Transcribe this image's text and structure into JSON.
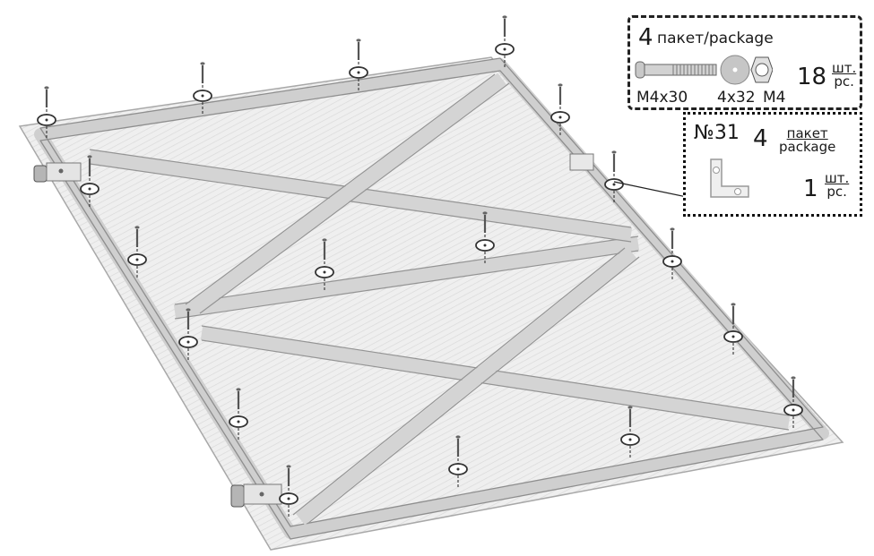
{
  "hardware_package": {
    "package_count": "4",
    "package_label": "пакет/package",
    "quantity": "18",
    "unit_top": "шт.",
    "unit_bottom": "рс.",
    "bolt_label": "М4х30",
    "washer_label": "4х32",
    "nut_label": "М4"
  },
  "bracket_package": {
    "part_number": "№31",
    "package_count": "4",
    "package_top": "пакет",
    "package_bottom": "package",
    "quantity": "1",
    "unit_top": "шт.",
    "unit_bottom": "рс."
  },
  "colors": {
    "panel": "#eeeeee",
    "frame": "#d8d8d8",
    "outline": "#9a9a9a",
    "ink": "#1a1a1a"
  }
}
